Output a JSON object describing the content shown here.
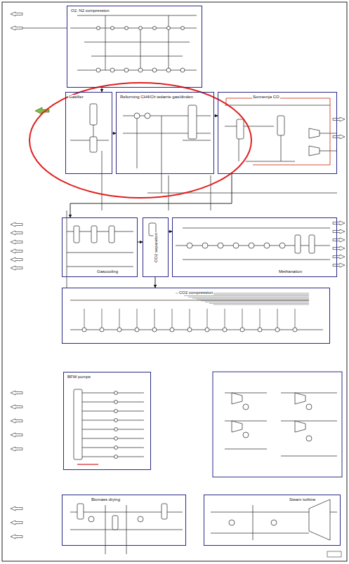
{
  "diagram": {
    "nodes": [
      {
        "text": [
          "O2, N2 compression"
        ]
      },
      {
        "text": [
          "Gasifier"
        ]
      },
      {
        "text": [
          "Reforming CH4/Ch tedarrie gas/dinden"
        ]
      },
      {
        "text": [
          "Sonnemja CO"
        ]
      },
      {
        "text": [
          "Gascooling"
        ]
      },
      {
        "text": [
          "CO2 separation"
        ]
      },
      {
        "text": [
          "Methanation"
        ]
      },
      {
        "text": [
          "CO2 compression"
        ]
      },
      {
        "text": [
          "BFW pumps"
        ]
      },
      {
        "text": [
          "Biomass drying"
        ]
      },
      {
        "text": [
          "Steam turbine"
        ]
      }
    ],
    "edges": [
      {
        "from": 0,
        "to": 1,
        "arrow": "to"
      },
      {
        "from": 1,
        "to": 2,
        "arrow": "to"
      },
      {
        "from": 2,
        "to": 3,
        "arrow": "to"
      },
      {
        "from": 3,
        "to": 4,
        "arrow": "to"
      },
      {
        "from": 4,
        "to": 5,
        "arrow": "to"
      },
      {
        "from": 5,
        "to": 6,
        "arrow": "to"
      },
      {
        "from": 5,
        "to": 7,
        "arrow": "to"
      }
    ]
  }
}
